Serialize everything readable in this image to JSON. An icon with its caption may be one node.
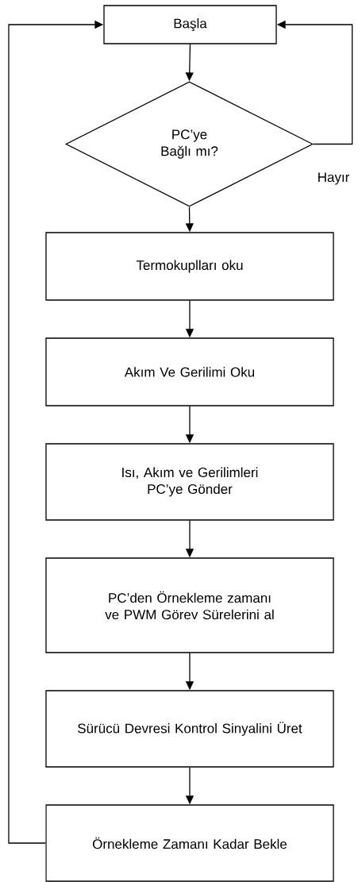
{
  "diagram": {
    "nodes": [
      {
        "text": [
          "Başla"
        ]
      },
      {
        "text": [
          "PC’ye Bağlı mı?"
        ]
      },
      {
        "text": [
          "Termokuplları oku"
        ]
      },
      {
        "text": [
          "Akım Ve Gerilimi Oku"
        ]
      },
      {
        "text": [
          "Isı, Akım ve Gerilimleri PC’ye Gönder"
        ]
      },
      {
        "text": [
          "PC’den Örnekleme zamanı ve PWM Görev Sürelerini al"
        ]
      },
      {
        "text": [
          "Sürücü Devresi Kontrol Sinyalini Üret"
        ]
      },
      {
        "text": [
          "Örnekleme Zamanı Kadar Bekle"
        ]
      }
    ],
    "edges": [
      {
        "from": 0,
        "to": 1,
        "arrow": "to"
      },
      {
        "from": 1,
        "to": 0,
        "arrow": "to",
        "label": "Hayır"
      },
      {
        "from": 1,
        "to": 2,
        "arrow": "to"
      },
      {
        "from": 2,
        "to": 3,
        "arrow": "to"
      },
      {
        "from": 3,
        "to": 4,
        "arrow": "to"
      },
      {
        "from": 4,
        "to": 5,
        "arrow": "to"
      },
      {
        "from": 5,
        "to": 6,
        "arrow": "to"
      },
      {
        "from": 6,
        "to": 7,
        "arrow": "to"
      },
      {
        "from": 7,
        "to": 0,
        "arrow": "to"
      }
    ]
  }
}
